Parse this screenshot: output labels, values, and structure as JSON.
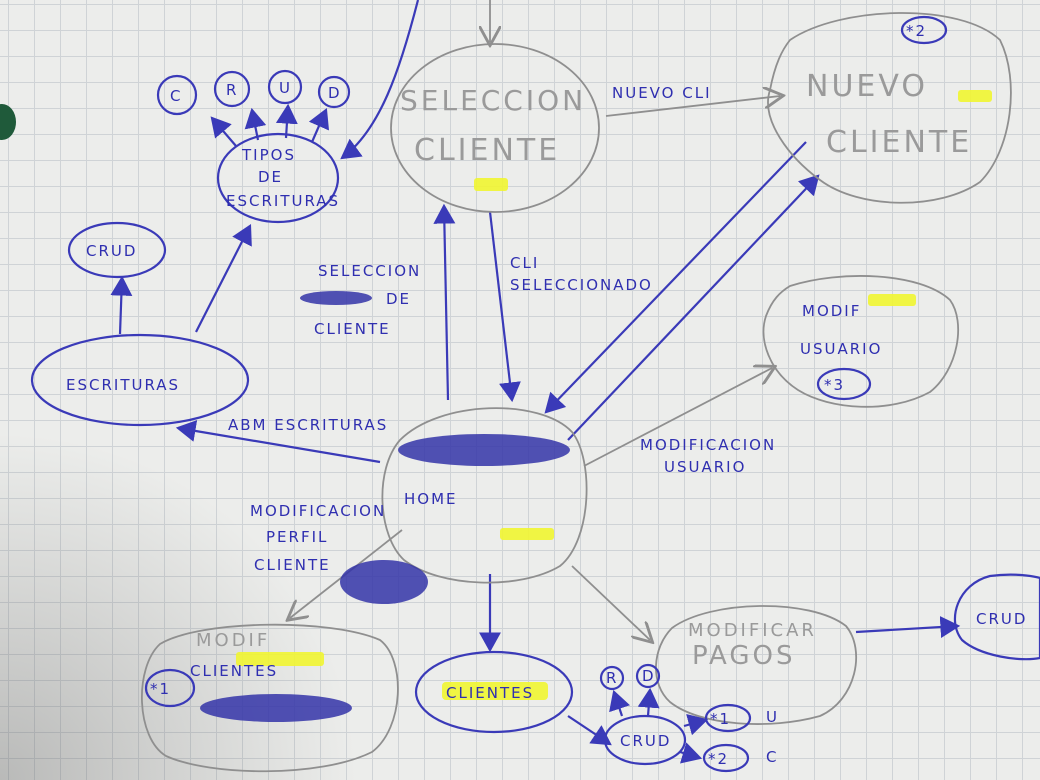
{
  "nodes": {
    "seleccion_cliente": [
      "SELECCION",
      "CLIENTE"
    ],
    "nuevo_cliente": [
      "NUEVO",
      "CLIENTE"
    ],
    "nuevo_cliente_marker": "*2",
    "tipos_escrituras": [
      "TIPOS",
      "DE",
      "ESCRITURAS"
    ],
    "crud_letters": [
      "C",
      "R",
      "U",
      "D"
    ],
    "crud_top": "CRUD",
    "escrituras": "ESCRITURAS",
    "modif_usuario": [
      "MODIF",
      "USUARIO"
    ],
    "modif_usuario_marker": "*3",
    "home": "HOME",
    "modif_cliente": [
      "MODIF",
      "CLIENTES"
    ],
    "modif_cliente_marker": "*1",
    "clientes": "CLIENTES",
    "modificar_pagos": [
      "MODIFICAR",
      "PAGOS"
    ],
    "crud_right": "CRUD",
    "crud_bottom": "CRUD",
    "crud_bottom_letters": [
      "R",
      "D"
    ],
    "crud_bottom_markers": [
      "*1",
      "*2"
    ],
    "crud_bottom_suffix": [
      "U",
      "C"
    ]
  },
  "edges": {
    "nuevo_cli": "NUEVO CLI",
    "seleccion_de_cliente": [
      "SELECCION",
      "DE",
      "CLIENTE"
    ],
    "cli_seleccionado": [
      "CLI",
      "SELECCIONADO"
    ],
    "abm_escrituras": "ABM ESCRITURAS",
    "modificacion_usuario": [
      "MODIFICACION",
      "USUARIO"
    ],
    "modificacion_perfil_cliente": [
      "MODIFICACION",
      "PERFIL",
      "CLIENTE"
    ]
  },
  "colors": {
    "ink_blue": "#3a3ab8",
    "pencil_grey": "#8f8f8f",
    "highlighter": "#f1f531",
    "paper": "#ecedeb"
  }
}
